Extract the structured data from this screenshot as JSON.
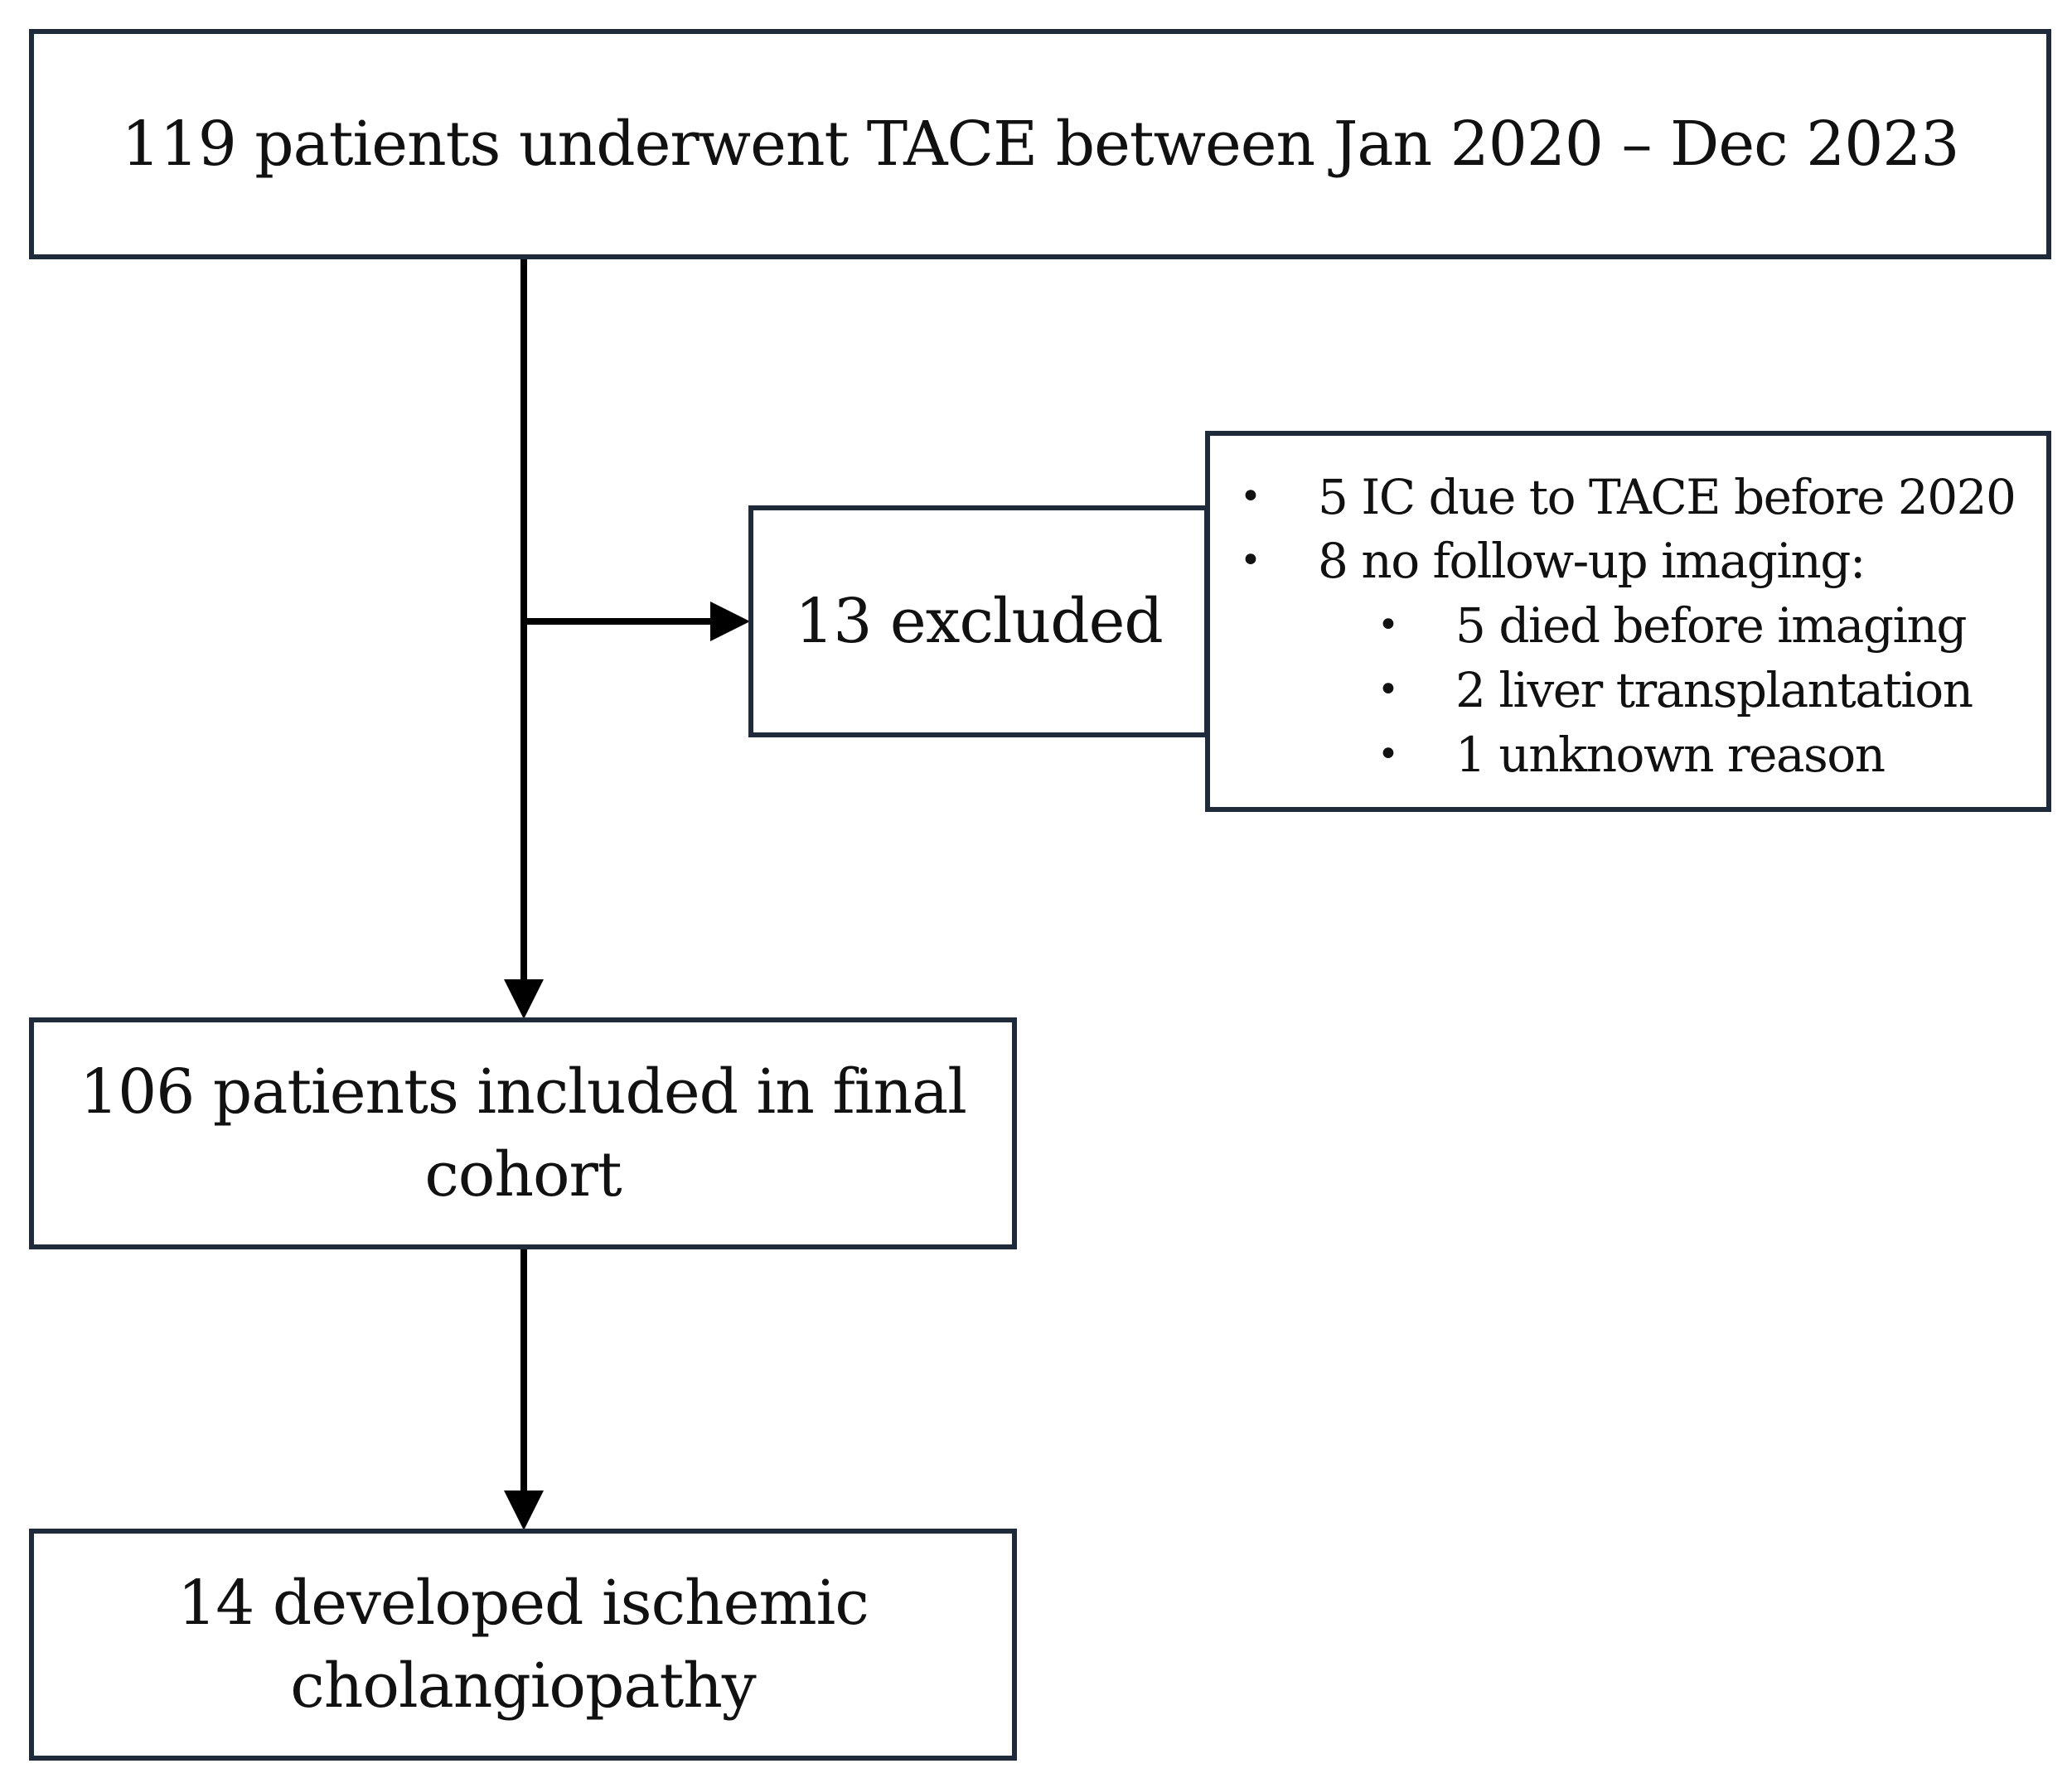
{
  "flowchart": {
    "top_box": {
      "text": "119 patients underwent TACE between Jan 2020 – Dec 2023"
    },
    "excluded_box": {
      "text": "13 excluded"
    },
    "exclusion_reasons": {
      "bullet": "•",
      "items": [
        {
          "text": "5 IC due to TACE before 2020"
        },
        {
          "text": "8 no follow-up imaging:"
        },
        {
          "text": "5 died before imaging"
        },
        {
          "text": "2 liver transplantation"
        },
        {
          "text": "1 unknown reason"
        }
      ]
    },
    "final_cohort_box": {
      "line1": "106 patients included in final",
      "line2": "cohort"
    },
    "ischemic_box": {
      "line1": "14 developed ischemic",
      "line2": "cholangiopathy"
    },
    "colors": {
      "box_border": "#1f2a3a",
      "arrow": "#000000",
      "text": "#111111"
    }
  }
}
